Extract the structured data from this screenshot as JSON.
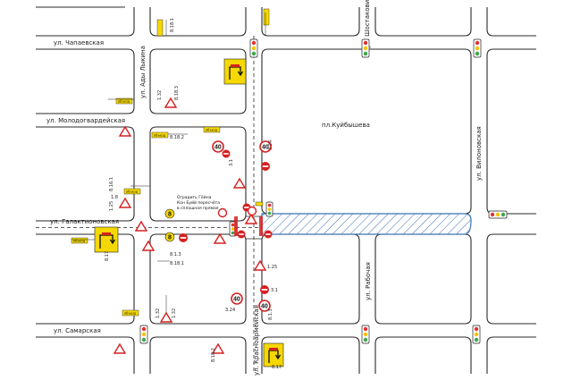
{
  "colors": {
    "road_line": "#2a2a2a",
    "closure_hatch": "#3c6fb0",
    "sign_red": "#d62020",
    "sign_yellow": "#f5d800",
    "light_green": "#3aa64a",
    "light_red": "#e53030",
    "light_yellow": "#f2c200"
  },
  "streets": {
    "chapaevskaya": "ул. Чапаевская",
    "ady_lyakina": "ул. Ады Лыкина",
    "molodogvardeyskaya": "ул. Молодогвардейская",
    "galaktionovskaya": "ул. Галактионовская",
    "samarskaya": "ул. Самарская",
    "krasnoarmeyskaya": "ул. Красноармейская",
    "rabochaya": "ул. Рабочая",
    "vilonovskaya": "ул. Вилоновская",
    "shostakovicha": "ул. Шостаковича"
  },
  "square": "пл.Куйбышева",
  "note": [
    "Оградить Гёйна",
    "Кон Буйй пересчёта",
    "в сплошная прямая"
  ],
  "speed_limit": "40",
  "lane_sign_number": "8",
  "sign_codes": {
    "c1": "8.18.1",
    "c2": "1.32",
    "c3": "8.18.3",
    "c4": "8.18.2",
    "c5": "3.24",
    "c6": "3.1",
    "c7": "1.25",
    "c8": "8.16.1",
    "c9": "1.8",
    "c10": "8.1.3",
    "c11": "8.18.1",
    "c12": "1.25",
    "c13": "3.1",
    "c14": "8.1.3",
    "c15": "8.17",
    "c16": "8.17",
    "c17": "1.32",
    "c18": "3.24",
    "c19": "8.18.2",
    "c20": "1.32"
  },
  "plates": {
    "detour": "объезд"
  },
  "icons": [
    "traffic-light-icon",
    "no-entry-sign-icon",
    "speed-limit-sign-icon",
    "roadworks-sign-icon",
    "detour-scheme-sign-icon",
    "lane-direction-sign-icon"
  ]
}
